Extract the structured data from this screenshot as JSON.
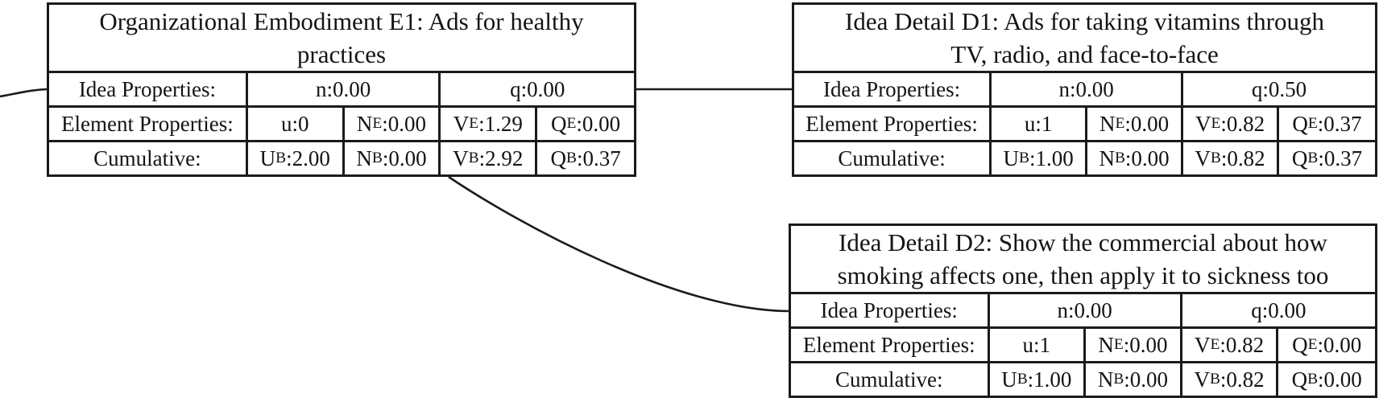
{
  "canvas": {
    "background_color": "#ffffff",
    "line_color": "#1b1b1b",
    "text_color": "#141414"
  },
  "nodes": [
    {
      "id": "E1",
      "title": "Organizational Embodiment E1: Ads for healthy practices",
      "title_lines": [
        "Organizational Embodiment E1: Ads for healthy",
        "practices"
      ],
      "rows": {
        "idea": {
          "label": "Idea Properties:",
          "n": "n:0.00",
          "q": "q:0.00"
        },
        "element": {
          "label": "Element Properties:",
          "u": "u:0",
          "cells": [
            {
              "base": "N",
              "sub": "E",
              "value": ":0.00"
            },
            {
              "base": "V",
              "sub": "E",
              "value": ":1.29"
            },
            {
              "base": "Q",
              "sub": "E",
              "value": ":0.00"
            }
          ]
        },
        "cumulative": {
          "label": "Cumulative:",
          "cells": [
            {
              "base": "U",
              "sub": "B",
              "value": ":2.00"
            },
            {
              "base": "N",
              "sub": "B",
              "value": ":0.00"
            },
            {
              "base": "V",
              "sub": "B",
              "value": ":2.92"
            },
            {
              "base": "Q",
              "sub": "B",
              "value": ":0.37"
            }
          ]
        }
      }
    },
    {
      "id": "D1",
      "title": "Idea Detail D1: Ads for taking vitamins through TV, radio, and face-to-face",
      "title_lines": [
        "Idea Detail D1: Ads for taking vitamins through",
        "TV, radio, and face-to-face"
      ],
      "rows": {
        "idea": {
          "label": "Idea Properties:",
          "n": "n:0.00",
          "q": "q:0.50"
        },
        "element": {
          "label": "Element Properties:",
          "u": "u:1",
          "cells": [
            {
              "base": "N",
              "sub": "E",
              "value": ":0.00"
            },
            {
              "base": "V",
              "sub": "E",
              "value": ":0.82"
            },
            {
              "base": "Q",
              "sub": "E",
              "value": ":0.37"
            }
          ]
        },
        "cumulative": {
          "label": "Cumulative:",
          "cells": [
            {
              "base": "U",
              "sub": "B",
              "value": ":1.00"
            },
            {
              "base": "N",
              "sub": "B",
              "value": ":0.00"
            },
            {
              "base": "V",
              "sub": "B",
              "value": ":0.82"
            },
            {
              "base": "Q",
              "sub": "B",
              "value": ":0.37"
            }
          ]
        }
      }
    },
    {
      "id": "D2",
      "title": "Idea Detail D2: Show the commercial about how smoking affects one, then apply it to sickness too",
      "title_lines": [
        "Idea Detail D2: Show the commercial about how",
        "smoking affects one, then apply it to sickness too"
      ],
      "rows": {
        "idea": {
          "label": "Idea Properties:",
          "n": "n:0.00",
          "q": "q:0.00"
        },
        "element": {
          "label": "Element Properties:",
          "u": "u:1",
          "cells": [
            {
              "base": "N",
              "sub": "E",
              "value": ":0.00"
            },
            {
              "base": "V",
              "sub": "E",
              "value": ":0.82"
            },
            {
              "base": "Q",
              "sub": "E",
              "value": ":0.00"
            }
          ]
        },
        "cumulative": {
          "label": "Cumulative:",
          "cells": [
            {
              "base": "U",
              "sub": "B",
              "value": ":1.00"
            },
            {
              "base": "N",
              "sub": "B",
              "value": ":0.00"
            },
            {
              "base": "V",
              "sub": "B",
              "value": ":0.82"
            },
            {
              "base": "Q",
              "sub": "B",
              "value": ":0.00"
            }
          ]
        }
      }
    }
  ],
  "connectors": [
    {
      "id": "left-edge-to-E1",
      "from": "left-edge",
      "to": "E1"
    },
    {
      "id": "E1-to-D1",
      "from": "E1",
      "to": "D1"
    },
    {
      "id": "E1-to-D2",
      "from": "E1",
      "to": "D2"
    }
  ]
}
